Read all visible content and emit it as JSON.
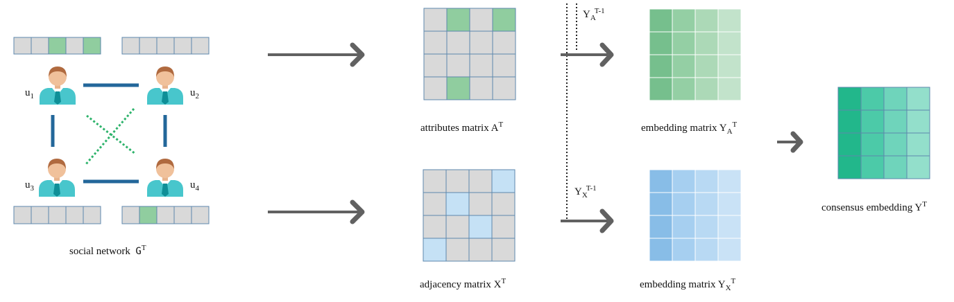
{
  "labels": {
    "social_network": "social network",
    "social_network_symbol": "G",
    "superscript_t": "T",
    "attributes_matrix": "attributes matrix A",
    "adjacency_matrix": "adjacency matrix X",
    "embedding_matrix": "embedding matrix Y",
    "consensus_embedding": "consensus embedding Y",
    "sub_a": "A",
    "sub_x": "X",
    "prev_sup": "T-1",
    "y": "Y"
  },
  "users": [
    {
      "name": "u",
      "index": "1"
    },
    {
      "name": "u",
      "index": "2"
    },
    {
      "name": "u",
      "index": "3"
    },
    {
      "name": "u",
      "index": "4"
    }
  ],
  "colors": {
    "cell_gray": "#d9d9d9",
    "cell_green": "#90cd9f",
    "cell_blue_light": "#c5e1f5",
    "grid_line": "#5d87ad",
    "edge_blue": "#23679a",
    "edge_green": "#2db36b",
    "arrow": "#616161",
    "ya_columns": [
      "#76bf8d",
      "#94cfa4",
      "#acd9b7",
      "#c2e3cb"
    ],
    "yx_columns": [
      "#88bde7",
      "#a6cff0",
      "#b8d9f3",
      "#c9e2f6"
    ],
    "consensus_columns": [
      "#22b78b",
      "#4ccaa8",
      "#6fd4bb",
      "#93dfcb"
    ]
  }
}
